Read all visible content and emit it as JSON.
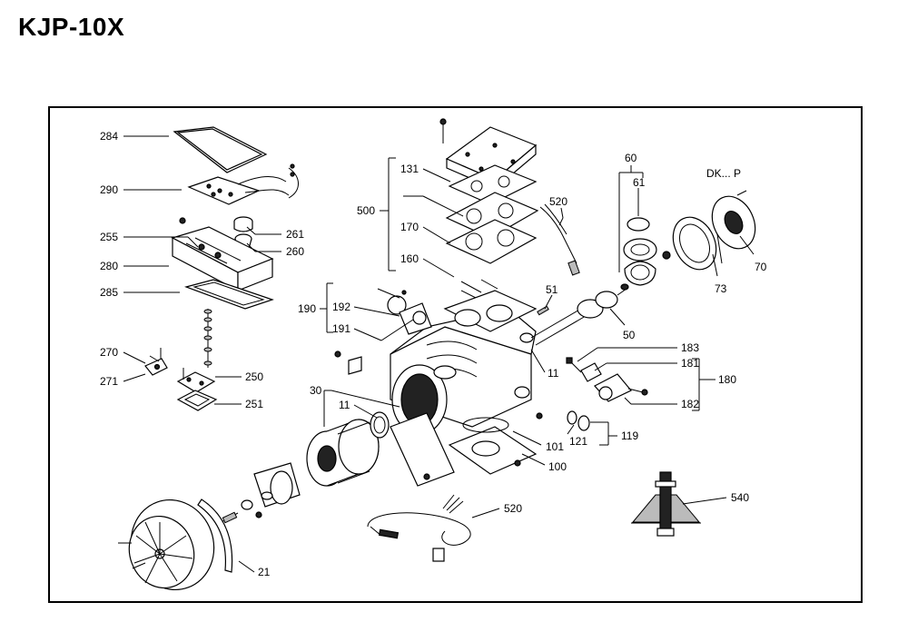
{
  "title": "KJP-10X",
  "labels": {
    "l284": "284",
    "l290": "290",
    "l255": "255",
    "l280": "280",
    "l285": "285",
    "l261": "261",
    "l260": "260",
    "l270": "270",
    "l271": "271",
    "l250": "250",
    "l251": "251",
    "l500": "500",
    "l131": "131",
    "l170": "170",
    "l160": "160",
    "l190": "190",
    "l192": "192",
    "l191": "191",
    "l520a": "520",
    "l51": "51",
    "l60": "60",
    "l61": "61",
    "ldk": "DK... P",
    "l70": "70",
    "l73": "73",
    "l50": "50",
    "l183": "183",
    "l181": "181",
    "l180": "180",
    "l182": "182",
    "l11a": "11",
    "l30": "30",
    "l11b": "11",
    "l101": "101",
    "l100": "100",
    "l119": "119",
    "l121": "121",
    "l520b": "520",
    "l540": "540",
    "l21": "21"
  }
}
